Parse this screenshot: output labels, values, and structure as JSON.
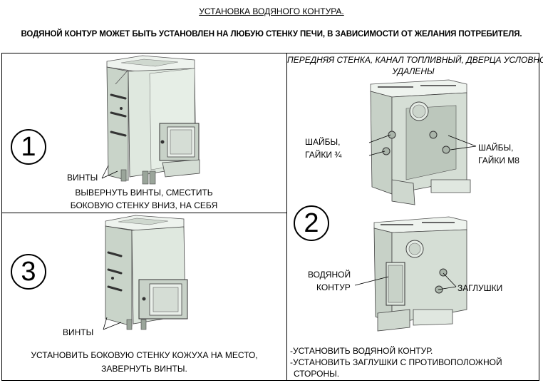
{
  "header": {
    "title": "УСТАНОВКА ВОДЯНОГО КОНТУРА.",
    "subtitle": "ВОДЯНОЙ КОНТУР МОЖЕТ БЫТЬ УСТАНОВЛЕН НА ЛЮБУЮ СТЕНКУ ПЕЧИ, В ЗАВИСИМОСТИ ОТ ЖЕЛАНИЯ ПОТРЕБИТЕЛЯ."
  },
  "step1": {
    "number": "1",
    "label_screws": "ВИНТЫ",
    "instruction_line1": "ВЫВЕРНУТЬ ВИНТЫ, СМЕСТИТЬ",
    "instruction_line2": "БОКОВУЮ СТЕНКУ ВНИЗ, НА СЕБЯ"
  },
  "step3": {
    "number": "3",
    "label_screws": "ВИНТЫ",
    "instruction_line1": "УСТАНОВИТЬ БОКОВУЮ СТЕНКУ КОЖУХА НА МЕСТО,",
    "instruction_line2": "ЗАВЕРНУТЬ ВИНТЫ."
  },
  "step2": {
    "number": "2",
    "caption_line1": "ПЕРЕДНЯЯ СТЕНКА, КАНАЛ ТОПЛИВНЫЙ, ДВЕРЦА УСЛОВНО",
    "caption_line2": "УДАЛЕНЫ",
    "label_washers_left_1": "ШАЙБЫ,",
    "label_washers_left_2": "ГАЙКИ  ¾",
    "label_washers_right_1": "ШАЙБЫ,",
    "label_washers_right_2": "ГАЙКИ М8",
    "label_water_circuit_1": "ВОДЯНОЙ",
    "label_water_circuit_2": "КОНТУР",
    "label_plugs": "ЗАГЛУШКИ",
    "instruction_line1": "-УСТАНОВИТЬ ВОДЯНОЙ КОНТУР.",
    "instruction_line2": "-УСТАНОВИТЬ ЗАГЛУШКИ С ПРОТИВОПОЛОЖНОЙ",
    "instruction_line3": "СТОРОНЫ."
  }
}
